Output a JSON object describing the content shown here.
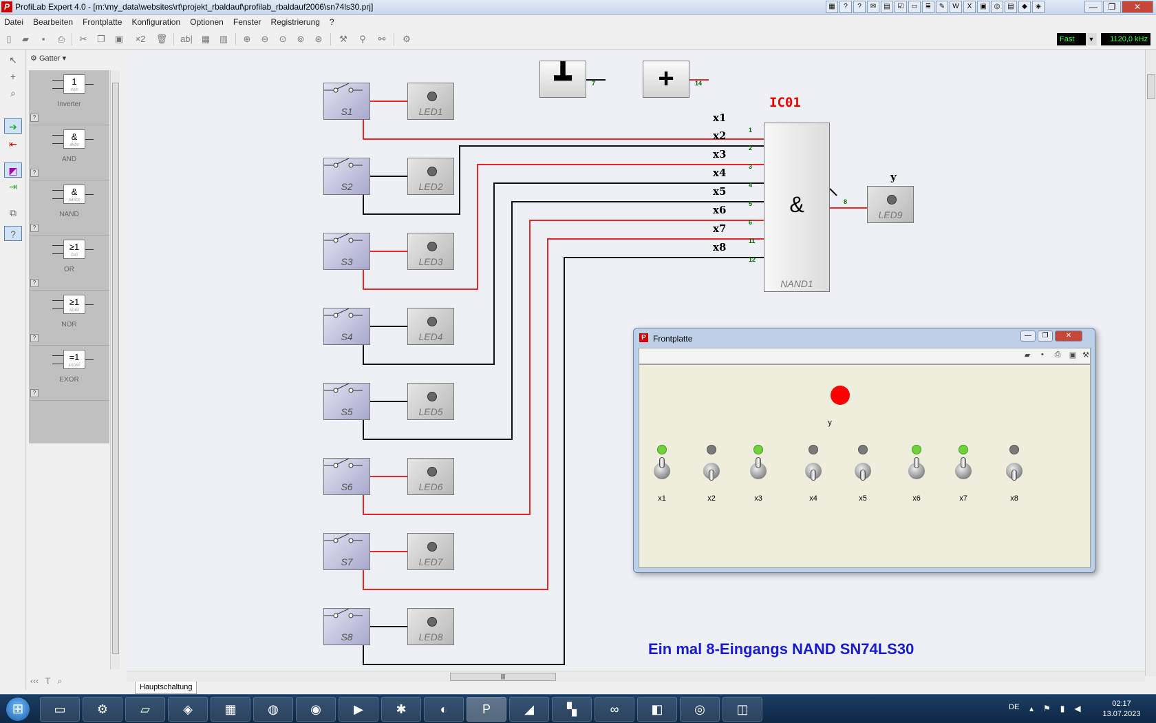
{
  "window": {
    "title": "ProfiLab Expert 4.0 - [m:\\my_data\\websites\\rt\\projekt_rbaldauf\\profilab_rbaldauf2006\\sn74ls30.prj]",
    "minimize": "—",
    "restore": "❐",
    "close": "✕"
  },
  "menu": [
    "Datei",
    "Bearbeiten",
    "Frontplatte",
    "Konfiguration",
    "Optionen",
    "Fenster",
    "Registrierung",
    "?"
  ],
  "toolbar": {
    "zoom_x2": "×2",
    "speed": "Fast",
    "frequency": "1120,0 kHz"
  },
  "palette": {
    "category": "Gatter",
    "items": [
      {
        "symbol": "1",
        "sub": "INV0",
        "label": "Inverter"
      },
      {
        "symbol": "&",
        "sub": "AND0",
        "label": "AND"
      },
      {
        "symbol": "&",
        "sub": "NAND0",
        "label": "NAND"
      },
      {
        "symbol": "≥1",
        "sub": "OR0",
        "label": "OR"
      },
      {
        "symbol": "≥1",
        "sub": "NOR0",
        "label": "NOR"
      },
      {
        "symbol": "=1",
        "sub": "EXOR0",
        "label": "EXOR"
      }
    ],
    "help": "?"
  },
  "circuit": {
    "gnd_pin": "7",
    "vcc_pin": "14",
    "switches": [
      "S1",
      "S2",
      "S3",
      "S4",
      "S5",
      "S6",
      "S7",
      "S8"
    ],
    "leds": [
      "LED1",
      "LED2",
      "LED3",
      "LED4",
      "LED5",
      "LED6",
      "LED7",
      "LED8"
    ],
    "inputs": [
      "x1",
      "x2",
      "x3",
      "x4",
      "x5",
      "x6",
      "x7",
      "x8"
    ],
    "pins": [
      "1",
      "2",
      "3",
      "4",
      "5",
      "6",
      "11",
      "12"
    ],
    "ic_name": "IC01",
    "gate_symbol": "&",
    "gate_name": "NAND1",
    "out_pin": "8",
    "out_label": "y",
    "out_led": "LED9",
    "caption": "Ein mal 8-Eingangs NAND SN74LS30",
    "sheet_tab": "Hauptschaltung",
    "colors": {
      "high": "#e8262a",
      "low": "#111111"
    }
  },
  "frontplatte": {
    "title": "Frontplatte",
    "output_label": "y",
    "output_color": "#ff0000",
    "switches": [
      {
        "label": "x1",
        "on": true
      },
      {
        "label": "x2",
        "on": false
      },
      {
        "label": "x3",
        "on": true
      },
      {
        "label": "x4",
        "on": false
      },
      {
        "label": "x5",
        "on": false
      },
      {
        "label": "x6",
        "on": true
      },
      {
        "label": "x7",
        "on": true
      },
      {
        "label": "x8",
        "on": false
      }
    ],
    "led_on_color": "#6fd23a",
    "led_off_color": "#7a7a7a"
  },
  "taskbar": {
    "lang": "DE",
    "time": "02:17",
    "date": "13.07.2023"
  }
}
